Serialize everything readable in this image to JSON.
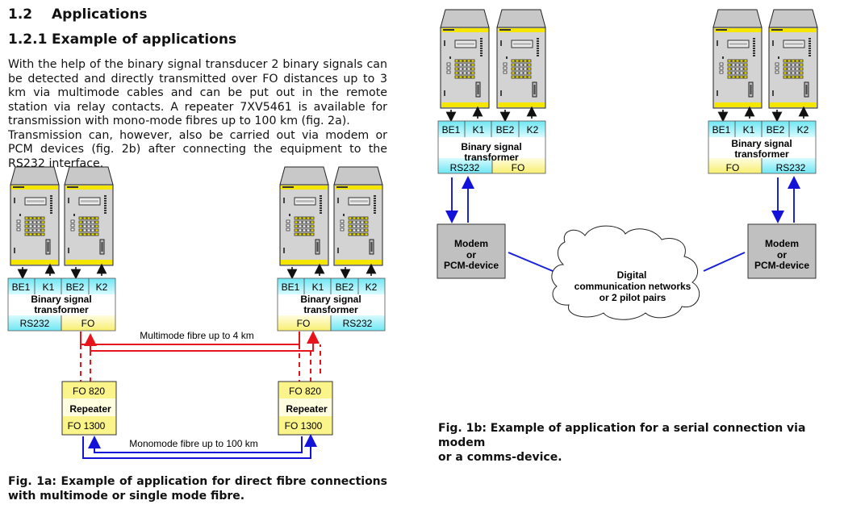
{
  "section": {
    "number": "1.2",
    "title": "Applications"
  },
  "subsection": {
    "number": "1.2.1",
    "title": "Example of applications"
  },
  "body_paragraphs": [
    "With the help of the binary signal transducer 2 binary signals can be detected and directly transmitted over FO distances up to 3 km via multimode cables and can be put out in the remote station via relay contacts. A repeater 7XV5461 is available for transmission with mono-mode fibres up to 100 km (fig. 2a).",
    "Transmission can, however, also be carried out via modem or PCM devices (fig. 2b) after connecting the equipment to the RS232 interface."
  ],
  "transformer": {
    "ports_top": [
      "BE1",
      "K1",
      "BE2",
      "K2"
    ],
    "title_line1": "Binary signal",
    "title_line2": "transformer",
    "port_rs232": "RS232",
    "port_fo": "FO"
  },
  "fig1a": {
    "multimode_label": "Multimode fibre up to 4 km",
    "monomode_label": "Monomode fibre up to 100 km",
    "repeater": {
      "top": "FO 820",
      "middle": "Repeater",
      "bottom": "FO 1300"
    },
    "caption": "Fig. 1a: Example of application for direct fibre connections with multimode or single mode fibre."
  },
  "fig1b": {
    "modem_line1": "Modem",
    "modem_line2": "or",
    "modem_line3": "PCM-device",
    "cloud_line1": "Digital",
    "cloud_line2": "communication networks",
    "cloud_line3": "or 2  pilot pairs",
    "caption_line1": "Fig. 1b:  Example of application for a serial connection via modem",
    "caption_line2": "or a comms-device."
  },
  "colors": {
    "cyan": "#7fe9f5",
    "yellow": "#fbf48a",
    "fibre_multimode": "#e8141b",
    "fibre_monomode": "#1212d8",
    "serial_link": "#1a22d8",
    "device_accent": "#f5e600",
    "modem_box": "#c0c0c0"
  }
}
